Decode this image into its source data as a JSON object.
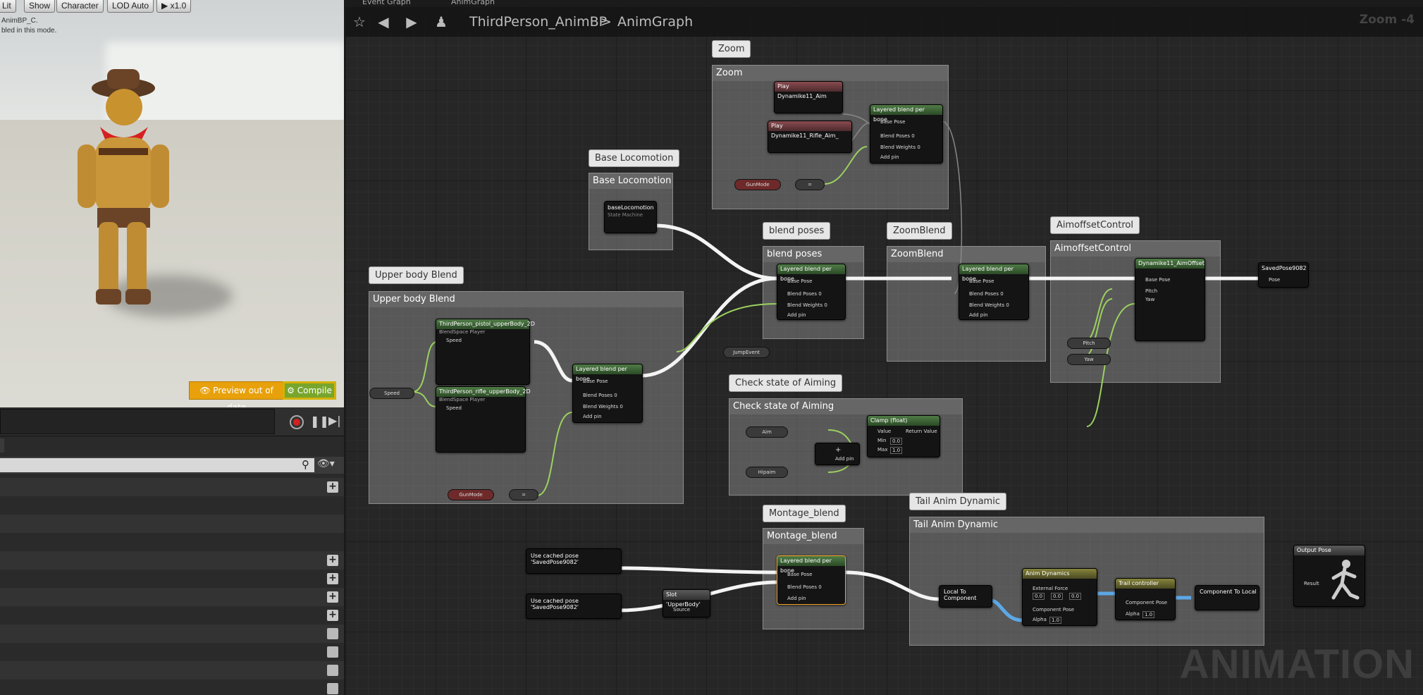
{
  "viewport": {
    "toolbar": [
      "Lit",
      "Show",
      "Character",
      "LOD Auto",
      "x1.0"
    ],
    "info_lines": [
      "AnimBP_C.",
      "bled in this mode."
    ],
    "preview_label": "Preview out of date",
    "compile_label": "Compile"
  },
  "graph": {
    "tabs": [
      "Event Graph",
      "AnimGraph"
    ],
    "breadcrumb_root": "ThirdPerson_AnimBP",
    "breadcrumb_sep": ">",
    "breadcrumb_current": "AnimGraph",
    "zoom": "Zoom -4",
    "watermark": "ANIMATION",
    "comments": {
      "zoom": "Zoom",
      "base_locomotion": "Base Locomotion",
      "upper_body_blend": "Upper body Blend",
      "blend_poses": "blend poses",
      "zoom_blend": "ZoomBlend",
      "aimoffset_control": "AimoffsetControl",
      "check_aiming": "Check state of Aiming",
      "montage_blend": "Montage_blend",
      "tail_anim": "Tail Anim Dynamic"
    },
    "nodes": {
      "play_aim": "Play Dynamike11_Aim",
      "play_rifle": "Play Dynamike11_Rifle_Aim_",
      "layered": "Layered blend per bone",
      "base_locomotion": "baseLocomotion",
      "state_machine": "State Machine",
      "pistol_bs": "ThirdPerson_pistol_upperBody_2D",
      "rifle_bs": "ThirdPerson_rifle_upperBody_2D",
      "blendspace_player": "BlendSpace Player",
      "aimoffset": "Dynamike11_AimOffset",
      "saved_pose": "SavedPose9082",
      "clamp": "Clamp (float)",
      "cached_pose": "Use cached pose 'SavedPose9082'",
      "slot": "Slot 'UpperBody'",
      "local_to_component": "Local To Component",
      "anim_dynamics": "Anim Dynamics",
      "trail_controller": "Trail controller",
      "component_to_local": "Component To Local",
      "output_pose": "Output Pose"
    },
    "pins": {
      "base_pose": "Base Pose",
      "blend_poses0": "Blend Poses 0",
      "blend_weights0": "Blend Weights 0",
      "add_pin": "Add pin",
      "speed": "Speed",
      "pose": "Pose",
      "pitch": "Pitch",
      "yaw": "Yaw",
      "value": "Value",
      "return_value": "Return Value",
      "min": "Min",
      "max": "Max",
      "source": "Source",
      "component_pose": "Component Pose",
      "alpha": "Alpha",
      "external_force": "External Force",
      "result": "Result"
    },
    "vars": {
      "gun_mode": "GunMode",
      "jump_event": "JumpEvent",
      "aim": "Aim",
      "hipaim": "Hipaim",
      "pitch": "Pitch",
      "yaw": "Yaw"
    },
    "values": {
      "min": "0.0",
      "max": "1.0",
      "alpha": "1.0",
      "force_x": "0.0",
      "force_y": "0.0",
      "force_z": "0.0"
    }
  }
}
